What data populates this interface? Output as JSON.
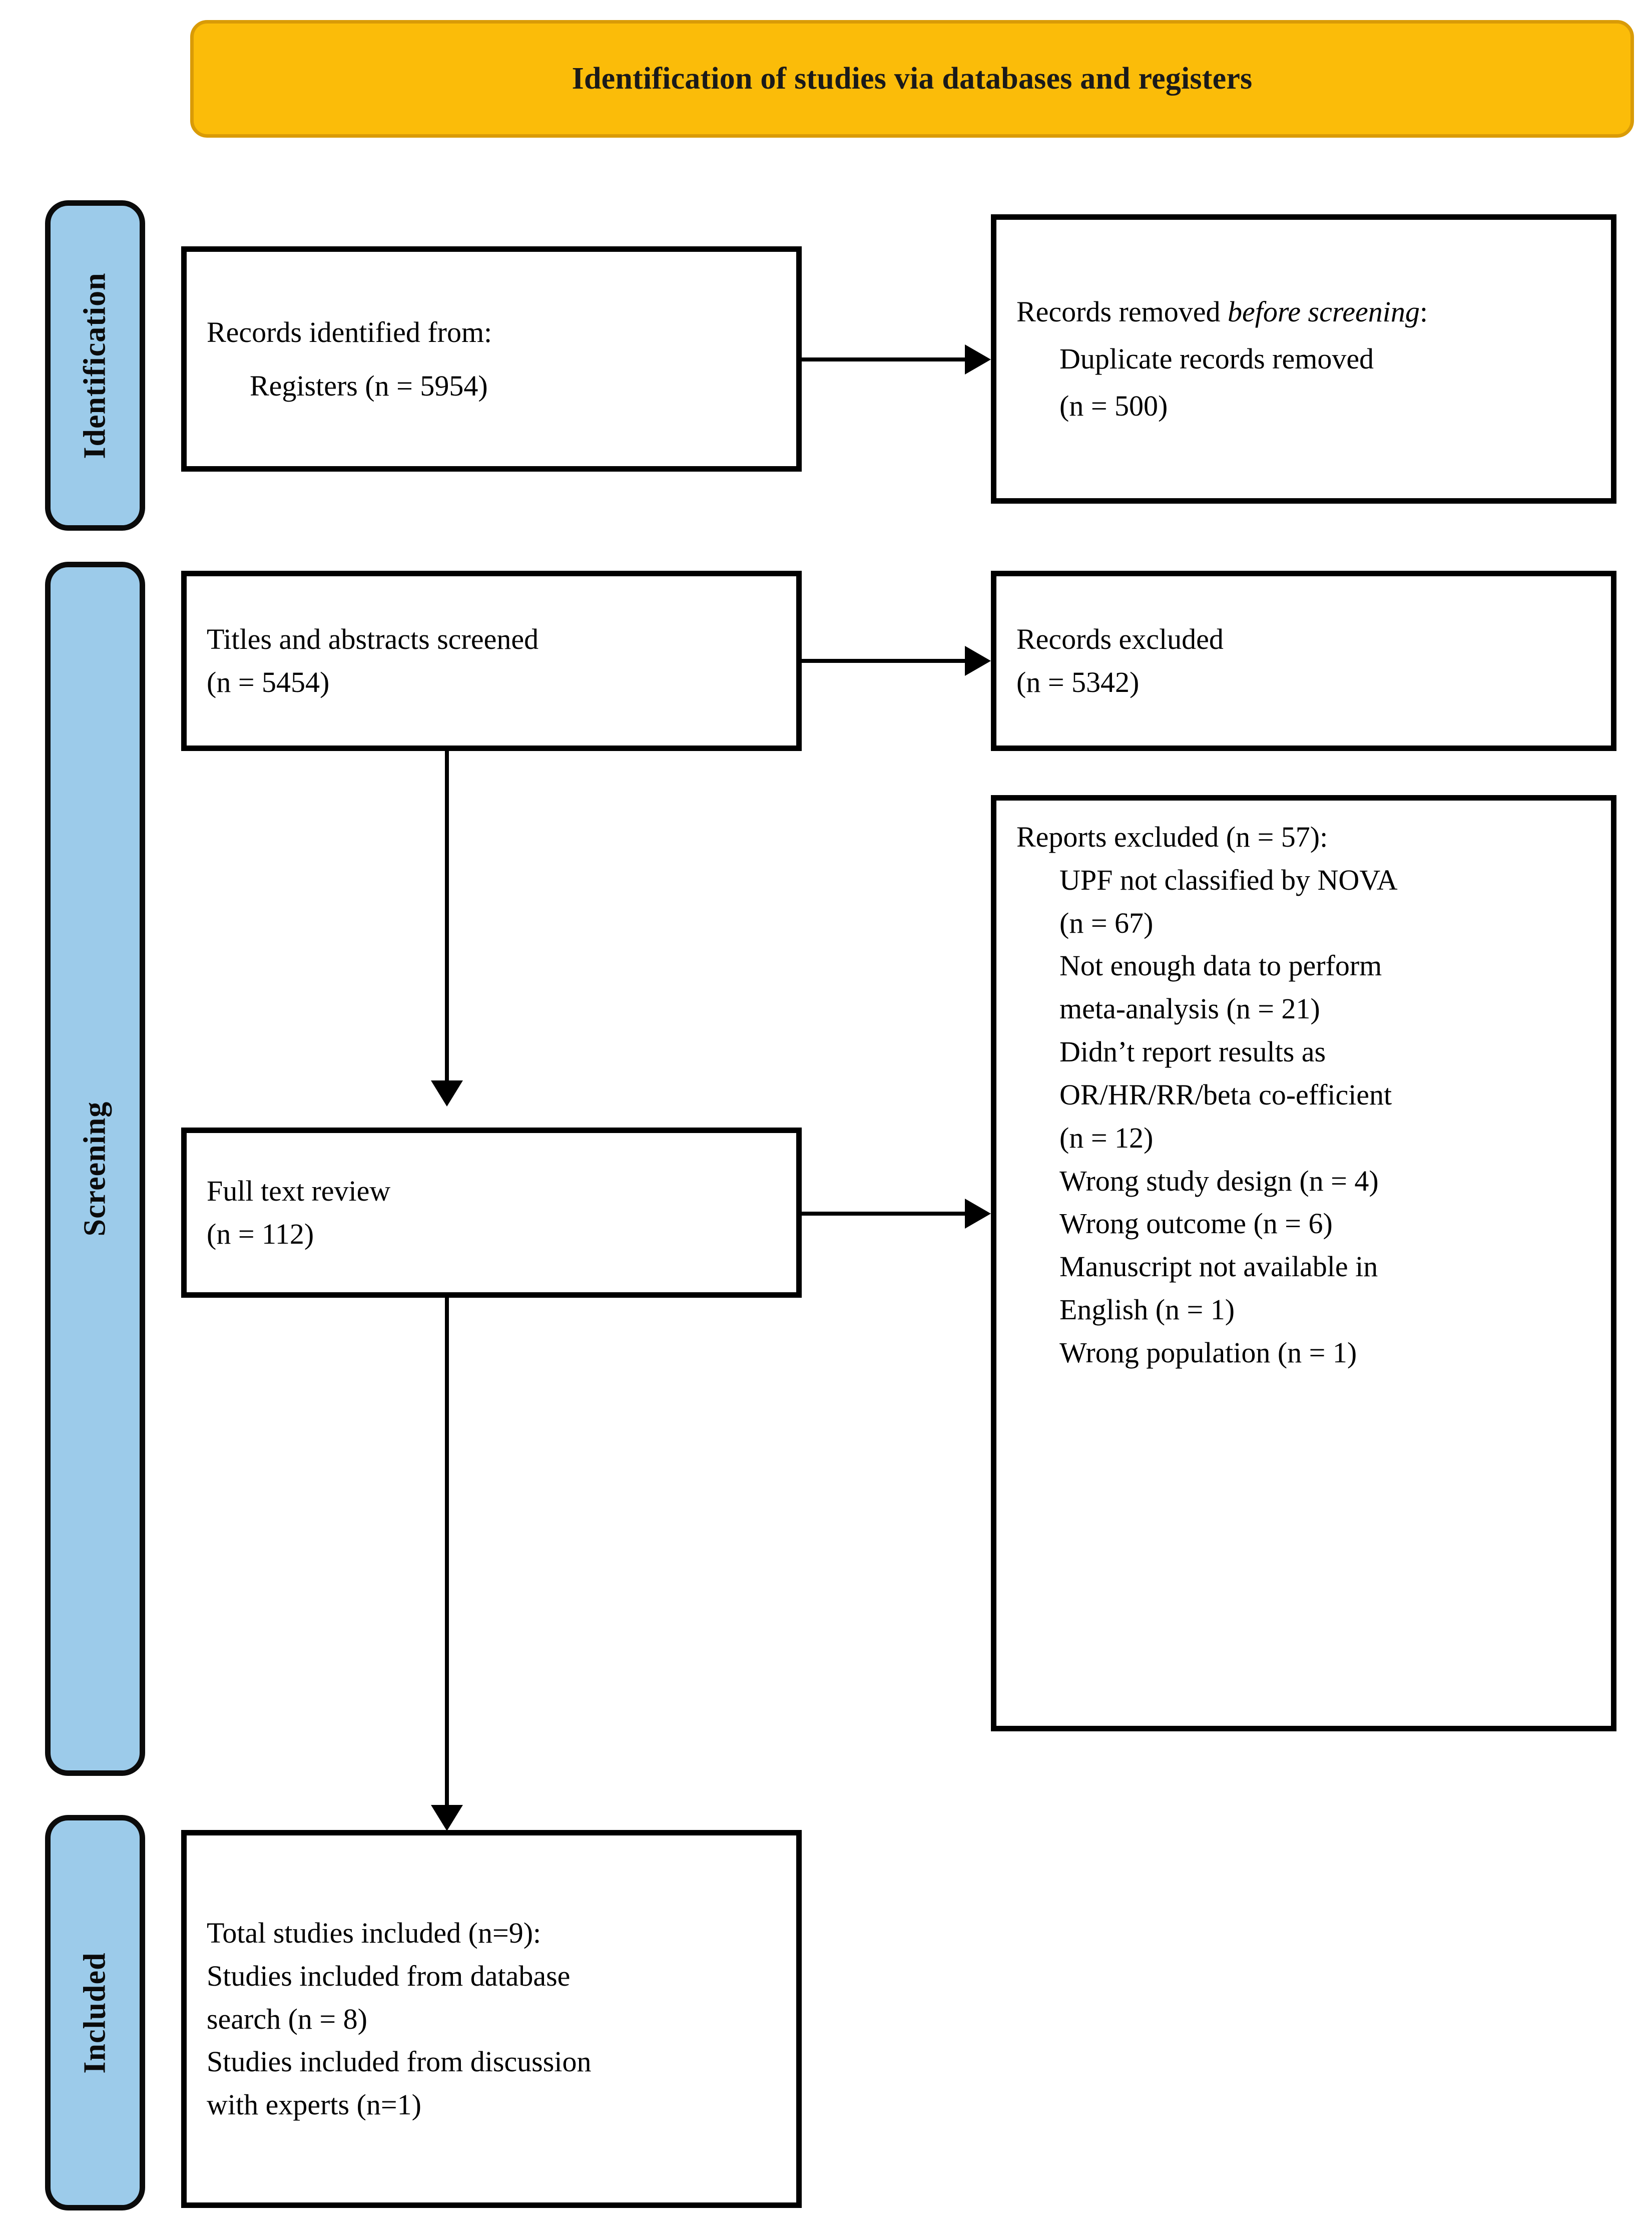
{
  "header": {
    "title": "Identification of studies via databases and registers",
    "fill_color": "#FBBC09",
    "border_color": "#D99B07"
  },
  "stages": {
    "fill_color": "#9CCBEA",
    "border_color": "#000000",
    "identification": "Identification",
    "screening": "Screening",
    "included": "Included"
  },
  "boxes": {
    "records_identified": {
      "line1": "Records identified from:",
      "line2": "Registers (n = 5954)"
    },
    "records_removed": {
      "line1_prefix": "Records removed ",
      "line1_italic": "before screening",
      "line1_suffix": ":",
      "line2": "Duplicate records removed",
      "line3": "(n = 500)"
    },
    "titles_screened": {
      "line1": "Titles and abstracts screened",
      "line2": "(n = 5454)"
    },
    "records_excluded": {
      "line1": "Records excluded",
      "line2": "(n = 5342)"
    },
    "reports_excluded": {
      "heading": "Reports excluded (n = 57):",
      "items": [
        "UPF not classified by NOVA",
        "(n = 67)",
        "Not enough data to perform",
        "meta-analysis (n = 21)",
        "Didn’t report results as",
        "OR/HR/RR/beta co-efficient",
        "(n = 12)",
        "Wrong study design (n = 4)",
        "Wrong outcome (n = 6)",
        "Manuscript not available in",
        "English (n = 1)",
        "Wrong population (n = 1)"
      ]
    },
    "full_text_review": {
      "line1": "Full text review",
      "line2": "(n = 112)"
    },
    "total_included": {
      "line1": "Total studies included (n=9):",
      "line2": "Studies included from database",
      "line3": "search (n = 8)",
      "line4": "Studies included from discussion",
      "line5": "with experts (n=1)"
    }
  },
  "chart_data": {
    "type": "diagram",
    "title": "Identification of studies via databases and registers",
    "nodes": [
      {
        "id": "records_identified",
        "stage": "Identification",
        "label": "Records identified from: Registers",
        "n": 5954
      },
      {
        "id": "records_removed",
        "stage": "Identification",
        "label": "Records removed before screening: Duplicate records removed",
        "n": 500
      },
      {
        "id": "titles_screened",
        "stage": "Screening",
        "label": "Titles and abstracts screened",
        "n": 5454
      },
      {
        "id": "records_excluded",
        "stage": "Screening",
        "label": "Records excluded",
        "n": 5342
      },
      {
        "id": "full_text_review",
        "stage": "Screening",
        "label": "Full text review",
        "n": 112
      },
      {
        "id": "reports_excluded",
        "stage": "Screening",
        "label": "Reports excluded",
        "n": 57
      },
      {
        "id": "total_included",
        "stage": "Included",
        "label": "Total studies included",
        "n": 9
      }
    ],
    "exclusion_reasons": [
      {
        "reason": "UPF not classified by NOVA",
        "n": 67
      },
      {
        "reason": "Not enough data to perform meta-analysis",
        "n": 21
      },
      {
        "reason": "Didn’t report results as OR/HR/RR/beta co-efficient",
        "n": 12
      },
      {
        "reason": "Wrong study design",
        "n": 4
      },
      {
        "reason": "Wrong outcome",
        "n": 6
      },
      {
        "reason": "Manuscript not available in English",
        "n": 1
      },
      {
        "reason": "Wrong population",
        "n": 1
      }
    ],
    "included_breakdown": [
      {
        "source": "Studies included from database search",
        "n": 8
      },
      {
        "source": "Studies included from discussion with experts",
        "n": 1
      }
    ],
    "edges": [
      {
        "from": "records_identified",
        "to": "records_removed",
        "direction": "right"
      },
      {
        "from": "titles_screened",
        "to": "records_excluded",
        "direction": "right"
      },
      {
        "from": "titles_screened",
        "to": "full_text_review",
        "direction": "down"
      },
      {
        "from": "full_text_review",
        "to": "reports_excluded",
        "direction": "right"
      },
      {
        "from": "full_text_review",
        "to": "total_included",
        "direction": "down"
      }
    ]
  }
}
